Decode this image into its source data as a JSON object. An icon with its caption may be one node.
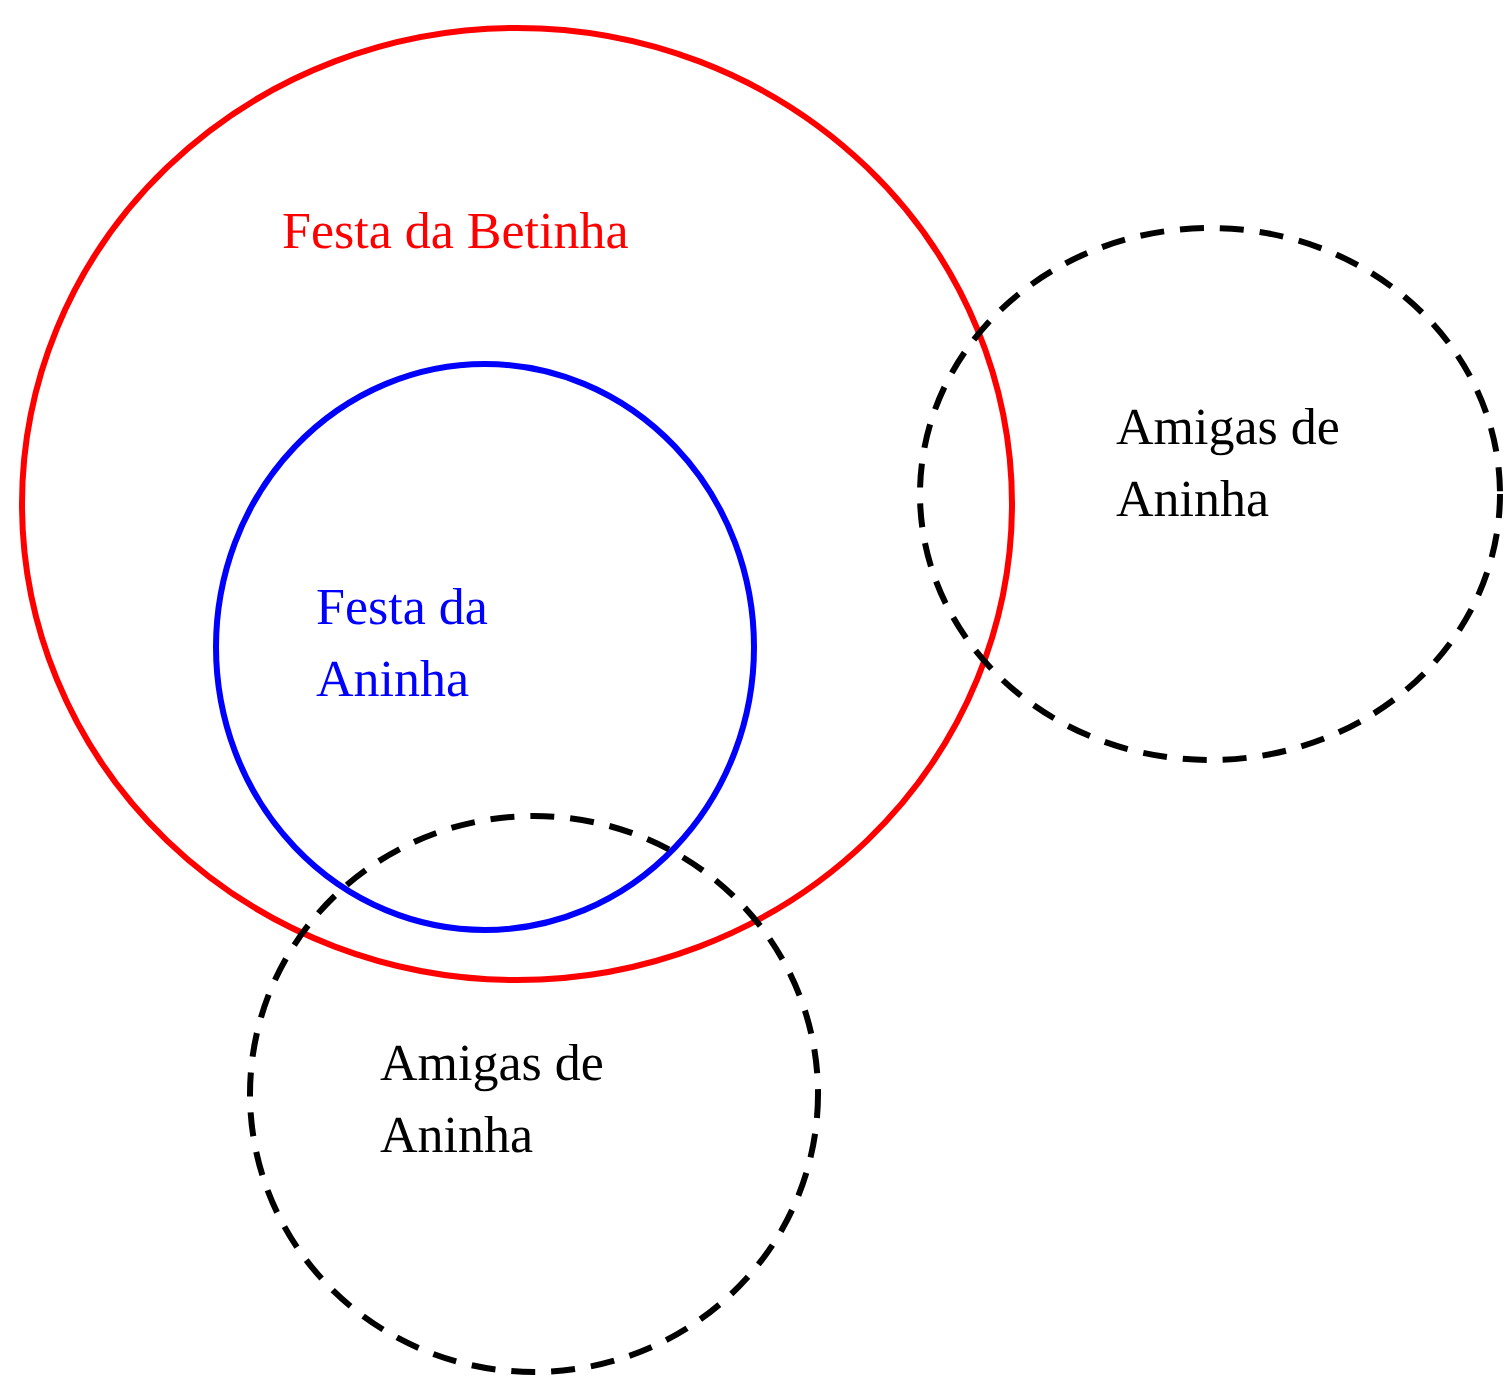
{
  "diagram": {
    "nodes": [
      {
        "text": [
          "Festa da Betinha"
        ]
      },
      {
        "text": [
          "Festa da Aninha"
        ],
        "in": 0
      },
      {
        "text": [
          "Amigas de Aninha"
        ]
      },
      {
        "text": [
          "Amigas de Aninha"
        ]
      }
    ],
    "edges": []
  }
}
